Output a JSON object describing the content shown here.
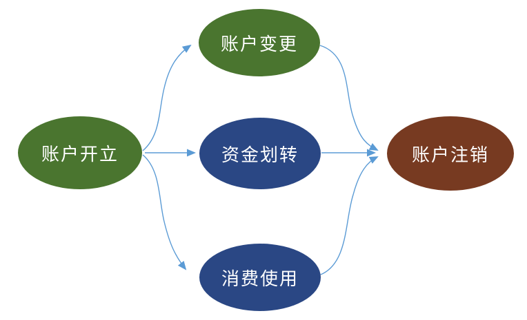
{
  "diagram": {
    "background": "#ffffff",
    "arrow_color": "#5B9BD5",
    "text_color": "#ffffff",
    "nodes": [
      {
        "id": "account-opening",
        "label": "账户开立",
        "shape": "ellipse",
        "color": "#4A752F",
        "position": "left"
      },
      {
        "id": "account-change",
        "label": "账户变更",
        "shape": "ellipse",
        "color": "#4A752F",
        "position": "middle-top"
      },
      {
        "id": "fund-transfer",
        "label": "资金划转",
        "shape": "ellipse",
        "color": "#2A4784",
        "position": "middle-center"
      },
      {
        "id": "consumption-use",
        "label": "消费使用",
        "shape": "ellipse",
        "color": "#2A4784",
        "position": "middle-bottom"
      },
      {
        "id": "account-cancellation",
        "label": "账户注销",
        "shape": "ellipse",
        "color": "#773A21",
        "position": "right"
      }
    ],
    "edges": [
      {
        "from": "账户开立",
        "to": "账户变更"
      },
      {
        "from": "账户开立",
        "to": "资金划转"
      },
      {
        "from": "账户开立",
        "to": "消费使用"
      },
      {
        "from": "账户变更",
        "to": "账户注销"
      },
      {
        "from": "资金划转",
        "to": "账户注销"
      },
      {
        "from": "消费使用",
        "to": "账户注销"
      }
    ]
  }
}
